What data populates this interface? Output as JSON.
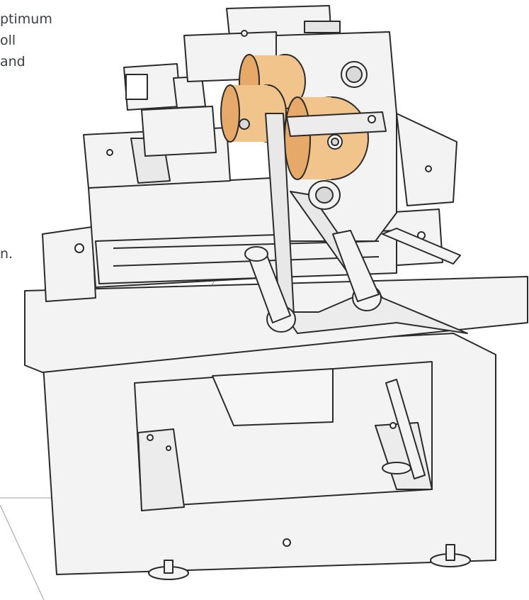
{
  "caption": {
    "lines": [
      "ptimum",
      "oll",
      "and"
    ],
    "trailing": "n."
  },
  "colors": {
    "outline": "#2b2b2b",
    "body_fill": "#f3f3f3",
    "roll_fill": "#f0c48a",
    "roll_fill_dark": "#e6a968",
    "leader_line": "#9aa0a6",
    "caption_text": "#3a3f45"
  }
}
